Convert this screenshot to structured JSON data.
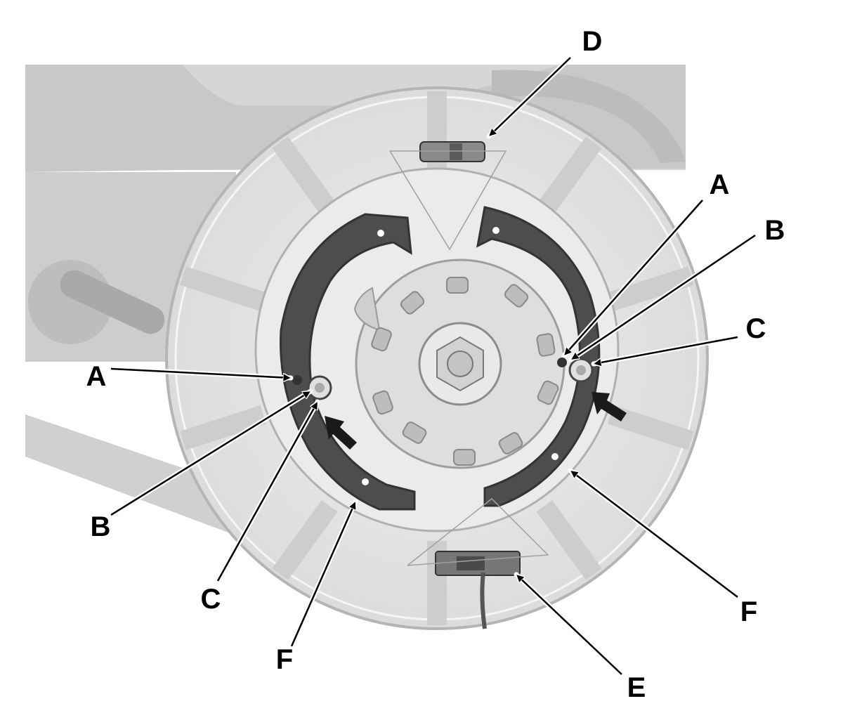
{
  "labels": {
    "a_left": "A",
    "a_right": "A",
    "b_left": "B",
    "b_right": "B",
    "c_left": "C",
    "c_right": "C",
    "d": "D",
    "e": "E",
    "f_left": "F",
    "f_right": "F"
  },
  "colors": {
    "background": "#ffffff",
    "metal_light": "#e4e4e4",
    "metal_mid": "#c9c9c9",
    "shoe_dark": "#4d4d4d",
    "leader": "#000000",
    "leader_halo": "#ffffff"
  }
}
